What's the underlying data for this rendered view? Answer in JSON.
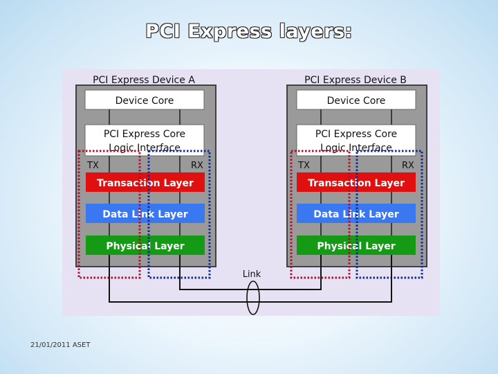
{
  "slide": {
    "title": "PCI Express layers:",
    "footer": "21/01/2011 ASET"
  },
  "diagram": {
    "devices": [
      {
        "name": "PCI Express Device A",
        "device_core": "Device Core",
        "pcie_core_line1": "PCI Express Core",
        "pcie_core_line2": "Logic Interface",
        "tx": "TX",
        "rx": "RX",
        "transaction_layer": "Transaction Layer",
        "data_link_layer": "Data Link Layer",
        "physical_layer": "Physical Layer"
      },
      {
        "name": "PCI Express Device B",
        "device_core": "Device Core",
        "pcie_core_line1": "PCI Express Core",
        "pcie_core_line2": "Logic Interface",
        "tx": "TX",
        "rx": "RX",
        "transaction_layer": "Transaction Layer",
        "data_link_layer": "Data Link Layer",
        "physical_layer": "Physical Layer"
      }
    ],
    "link_label": "Link",
    "colors": {
      "background": "#e6e2f4",
      "device_frame": "#9a9a9a",
      "device_border": "#404040",
      "white_box": "#ffffff",
      "transaction": "#e01010",
      "data_link": "#3a78f2",
      "physical": "#149a14",
      "tx_path": "#b0102a",
      "rx_path": "#102a90"
    }
  }
}
